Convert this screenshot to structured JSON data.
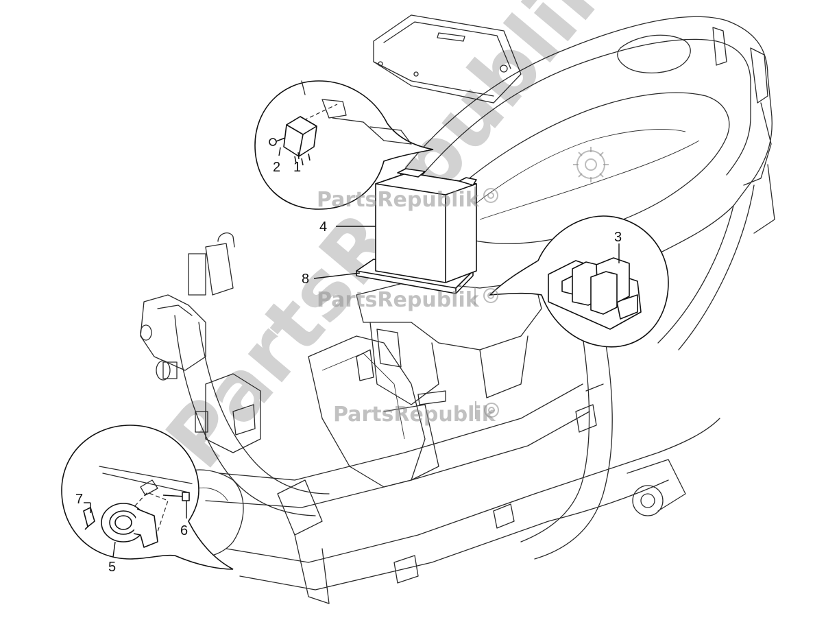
{
  "watermark": {
    "brand": "PartsRepublik",
    "large_text": "PartsRepublik"
  },
  "callouts": {
    "1": "1",
    "2": "2",
    "3": "3",
    "4": "4",
    "5": "5",
    "6": "6",
    "7": "7",
    "8": "8"
  },
  "colors": {
    "line": "#2a2a2a",
    "watermark": "#8f8f8f",
    "background": "#ffffff"
  }
}
